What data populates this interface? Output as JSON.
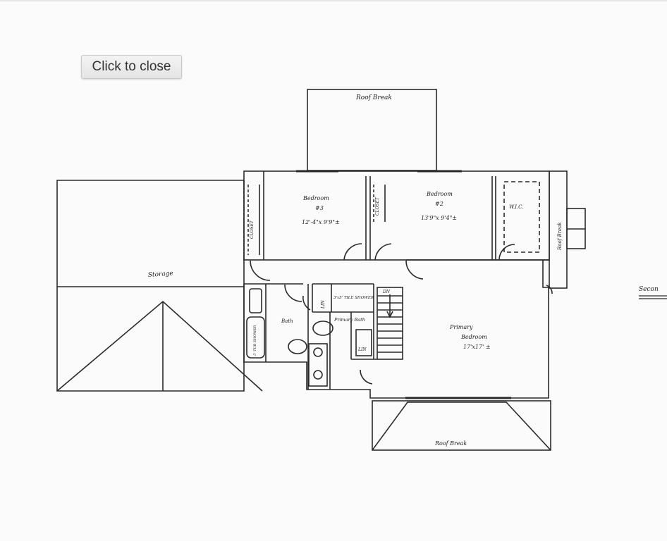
{
  "controls": {
    "close_label": "Click to close"
  },
  "plan": {
    "roof_break_top": "Roof Break",
    "roof_break_bottom": "Roof Break",
    "roof_break_right": "Roof Break",
    "storage": "Storage",
    "bedroom3_name": "Bedroom",
    "bedroom3_num": "#3",
    "bedroom3_dims": "12'-4\"x 9'9\"±",
    "bedroom2_name": "Bedroom",
    "bedroom2_num": "#2",
    "bedroom2_dims": "13'9\"x 9'4\"±",
    "closet_left": "CLOSET",
    "closet_mid": "CLOSET",
    "wic": "W.I.C.",
    "bath": "Bath",
    "shower_tub": "5' TUB SHOWER",
    "lin_left": "LIN",
    "tile_shower": "3'x5' TILE SHOWER",
    "primary_bath": "Primary Bath",
    "lin_lower": "LIN",
    "stair_dn": "DN",
    "primary_bedroom_name": "Primary",
    "primary_bedroom_name2": "Bedroom",
    "primary_bedroom_dims": "17'x17' ±",
    "side_label": "Secon"
  },
  "colors": {
    "ink": "#2a2a2a",
    "button_text": "#333333",
    "background": "#fbfbfb"
  }
}
